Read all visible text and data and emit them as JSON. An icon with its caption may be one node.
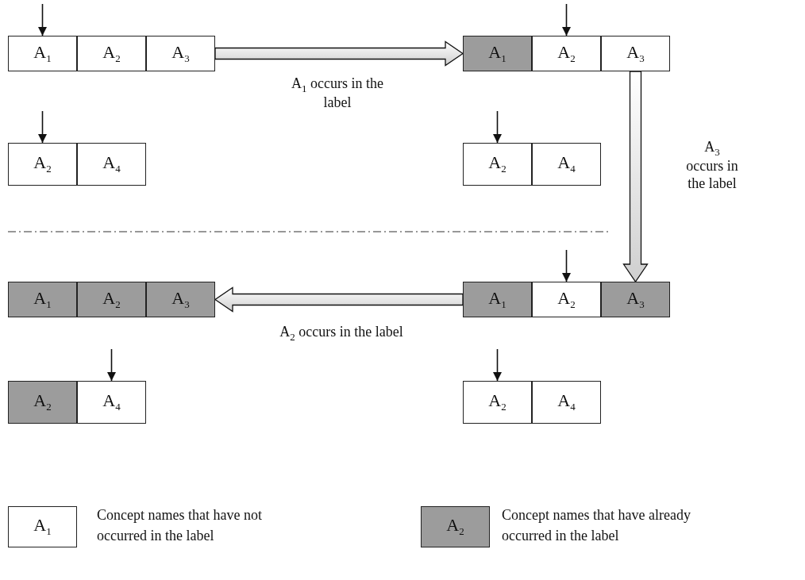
{
  "diagram": {
    "nodes": [
      {
        "text": [
          "A$_{1}$"
        ]
      },
      {
        "text": [
          "A$_{2}$"
        ]
      },
      {
        "text": [
          "A$_{3}$"
        ]
      },
      {
        "text": [
          "A$_{2}$"
        ]
      },
      {
        "text": [
          "A$_{4}$"
        ]
      },
      {
        "text": [
          "A$_{1}$"
        ]
      },
      {
        "text": [
          "A$_{2}$"
        ]
      },
      {
        "text": [
          "A$_{3}$"
        ]
      },
      {
        "text": [
          "A$_{2}$"
        ]
      },
      {
        "text": [
          "A$_{4}$"
        ]
      },
      {
        "text": [
          "A$_{1}$"
        ]
      },
      {
        "text": [
          "A$_{2}$"
        ]
      },
      {
        "text": [
          "A$_{3}$"
        ]
      },
      {
        "text": [
          "A$_{2}$"
        ]
      },
      {
        "text": [
          "A$_{4}$"
        ]
      },
      {
        "text": [
          "A$_{1}$"
        ]
      },
      {
        "text": [
          "A$_{2}$"
        ]
      },
      {
        "text": [
          "A$_{3}$"
        ]
      },
      {
        "text": [
          "A$_{2}$"
        ]
      },
      {
        "text": [
          "A$_{4}$"
        ]
      },
      {
        "text": [
          "A$_{1}$"
        ],
        "beside": [
          "Concept names that have not occurred in the label"
        ]
      },
      {
        "text": [
          "A$_{2}$"
        ],
        "beside": [
          "Concept names that have already occurred in the label"
        ]
      }
    ],
    "edges": [
      {
        "from": null,
        "to": 0,
        "arrow": "to"
      },
      {
        "from": null,
        "to": 3,
        "arrow": "to"
      },
      {
        "from": 2,
        "to": 5,
        "arrow": "to",
        "label": "A$_{1}$ occurs in the label",
        "style": "thick"
      },
      {
        "from": null,
        "to": 6,
        "arrow": "to"
      },
      {
        "from": null,
        "to": 8,
        "arrow": "to"
      },
      {
        "from": 7,
        "to": 17,
        "arrow": "to",
        "label": "A$_{3}$ occurs in the label",
        "style": "thick"
      },
      {
        "from": null,
        "to": 16,
        "arrow": "to"
      },
      {
        "from": null,
        "to": 18,
        "arrow": "to"
      },
      {
        "from": 15,
        "to": 12,
        "arrow": "to",
        "label": "A$_{2}$ occurs in the label",
        "style": "thick"
      },
      {
        "from": null,
        "to": 14,
        "arrow": "to"
      }
    ]
  }
}
